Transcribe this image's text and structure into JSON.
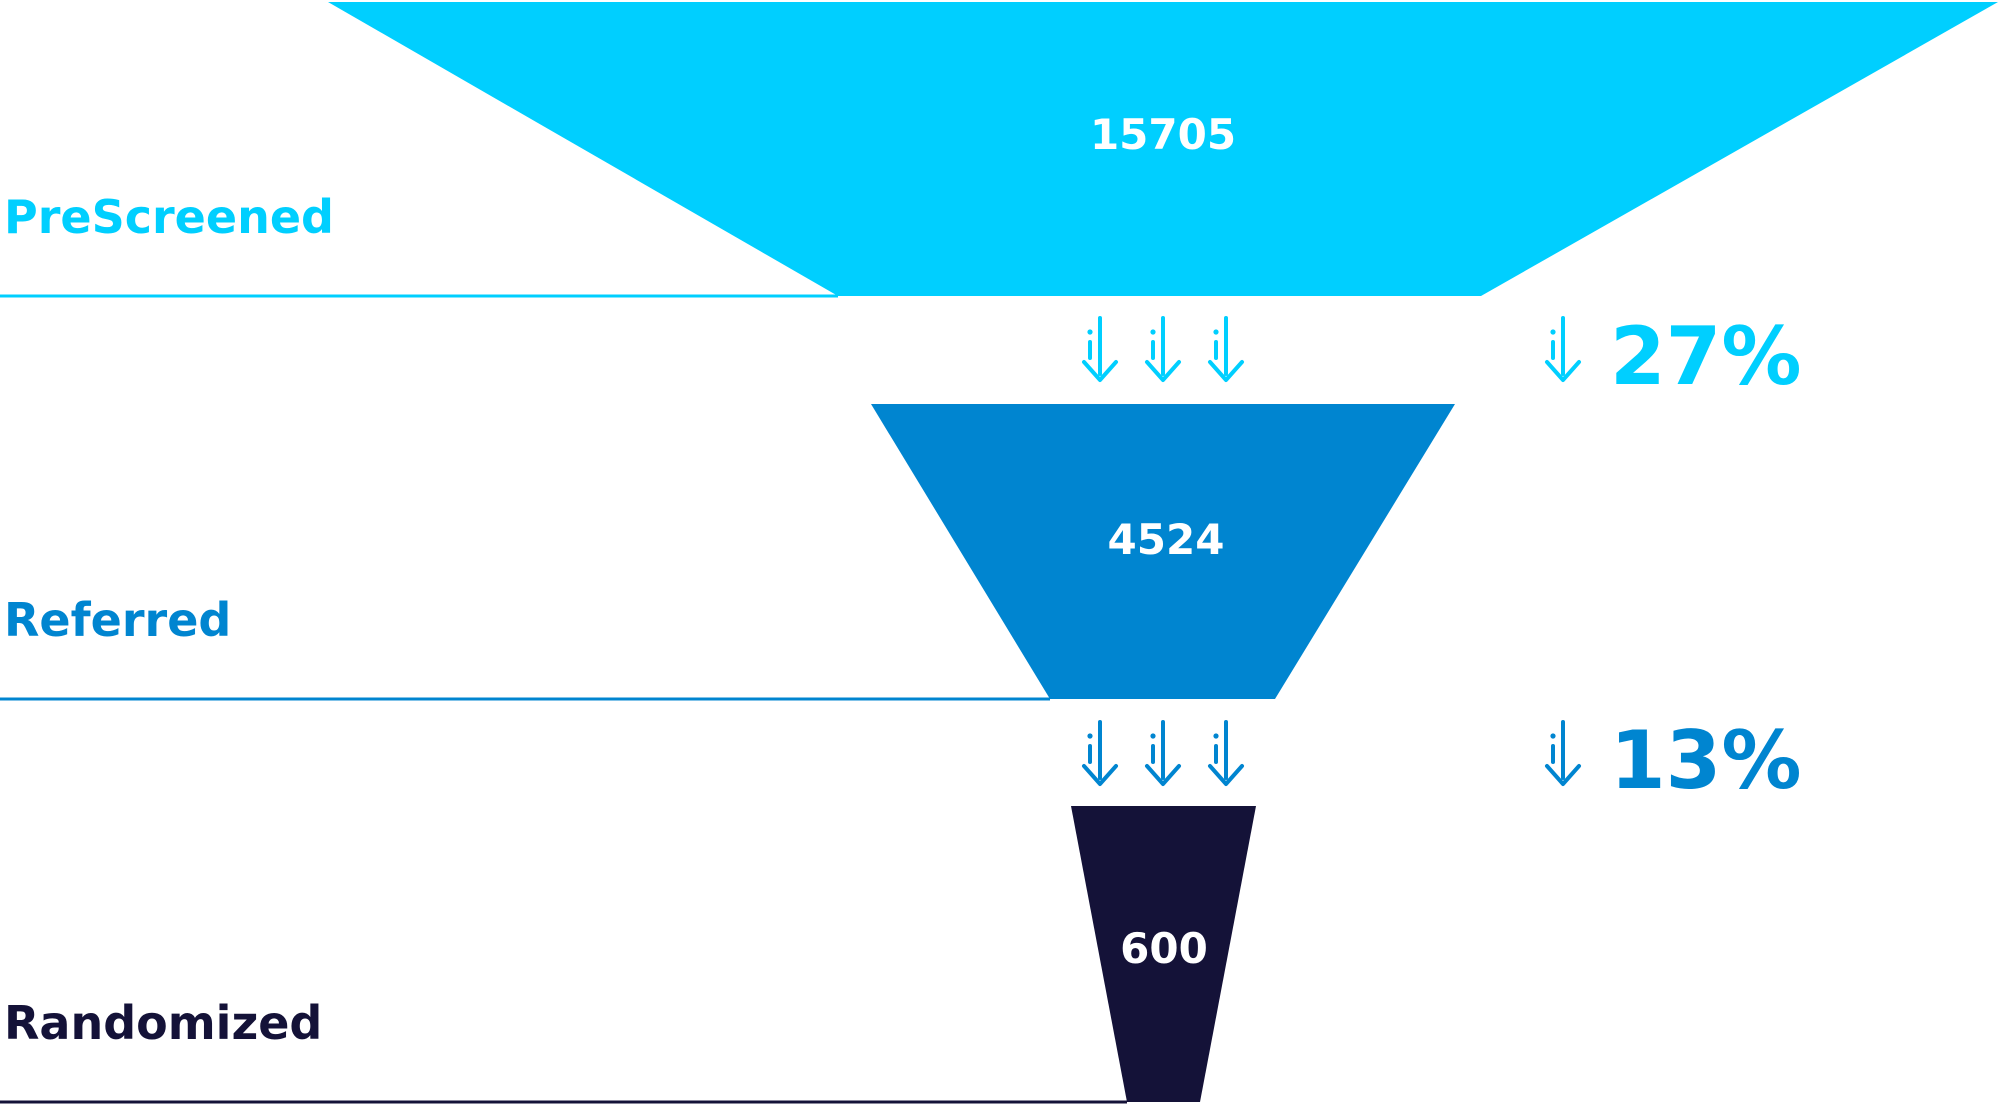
{
  "chart_data": {
    "type": "funnel",
    "stages": [
      {
        "label": "PreScreened",
        "value": "15705",
        "color": "#00cfff"
      },
      {
        "label": "Referred",
        "value": "4524",
        "color": "#0085d0"
      },
      {
        "label": "Randomized",
        "value": "600",
        "color": "#141238"
      }
    ],
    "conversions": [
      {
        "text": "27%",
        "color": "#00cfff"
      },
      {
        "text": "13%",
        "color": "#0085d0"
      }
    ],
    "icons": {
      "flow_arrow": "down-arrow-icon"
    }
  }
}
